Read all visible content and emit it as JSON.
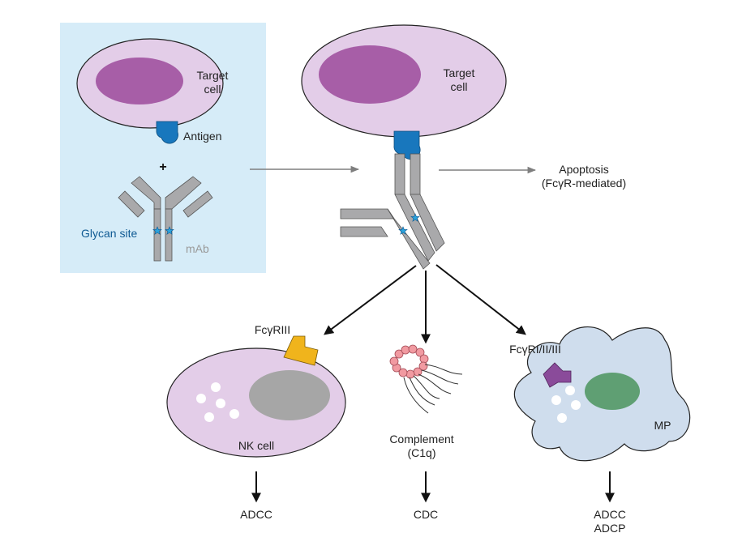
{
  "labels": {
    "target_cell_left": [
      "Target",
      "cell"
    ],
    "antigen": "Antigen",
    "plus": "+",
    "glycan_site": "Glycan site",
    "mab": "mAb",
    "target_cell_right": [
      "Target",
      "cell"
    ],
    "apoptosis": [
      "Apoptosis",
      "(FcγR-mediated)"
    ],
    "fcgr3": "FcγRIII",
    "nk_cell": "NK cell",
    "complement": [
      "Complement",
      "(C1q)"
    ],
    "fcgr123": "FcγRI/II/III",
    "mp": "MP",
    "adcc_nk": "ADCC",
    "cdc": "CDC",
    "adcc_mp": [
      "ADCC",
      "ADCP"
    ]
  },
  "colors": {
    "panel_bg": "#d6ecf8",
    "cell_fill": "#e3cde8",
    "cell_stroke": "#222222",
    "nucleus": "#a75ea7",
    "antigen": "#1877bd",
    "antibody": "#a9a9ab",
    "glycan_star": "#2aa3dd",
    "glycan_text": "#0f5a93",
    "fcgr3": "#f0b41c",
    "fcgr123": "#8a4b9a",
    "nk_nucleus": "#a6a6a6",
    "mp_fill": "#cfdded",
    "mp_nucleus": "#5f9f73",
    "c1q_ring": "#f19aa1",
    "arrow_gray": "#7f7f7f",
    "arrow_black": "#111111"
  }
}
